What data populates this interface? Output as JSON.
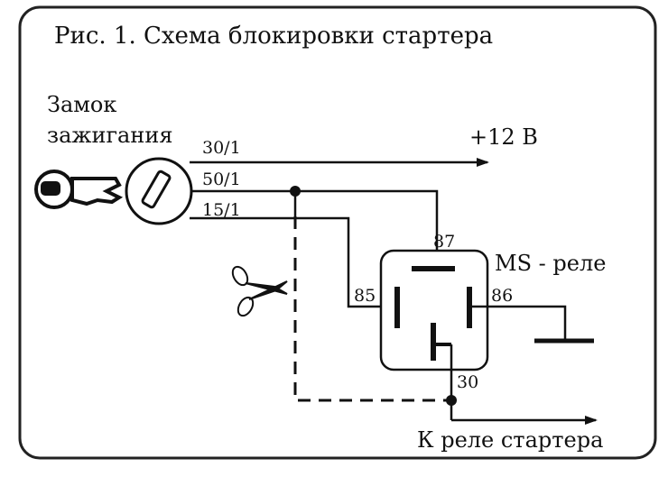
{
  "title": "Рис. 1. Схема блокировки стартера",
  "ignition": {
    "label_line1": "Замок",
    "label_line2": "зажигания"
  },
  "wires": {
    "w30": "30/1",
    "w50": "50/1",
    "w15": "15/1"
  },
  "supply": "+12 В",
  "relay": {
    "label": "MS - реле",
    "pin87": "87",
    "pin85": "85",
    "pin86": "86",
    "pin30": "30"
  },
  "output": "К реле стартера",
  "icons": {
    "key": "key-icon",
    "scissors": "scissors-icon"
  },
  "colors": {
    "line": "#111111",
    "frame": "#222222",
    "background": "#ffffff"
  }
}
